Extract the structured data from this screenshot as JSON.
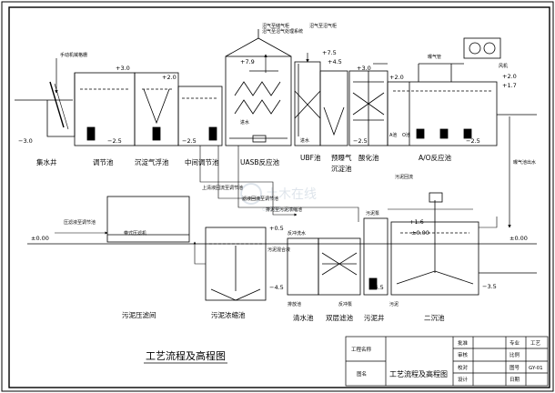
{
  "drawing_title": "工艺流程及高程图",
  "units": {
    "collection_well": "集水井",
    "equalization_tank": "调节池",
    "dissolved_air_flotation": "沉淀气浮池",
    "intermediate_tank": "中间调节池",
    "uasb_reactor": "UASB反应池",
    "ubf_tank": "UBF池",
    "pre_aeration_sedimentation_1": "预曝气",
    "pre_aeration_sedimentation_2": "沉淀池",
    "acidification_tank": "酸化池",
    "ao_reactor": "A/O反应池",
    "sludge_press_room": "污泥压滤间",
    "sludge_thickener": "污泥浓缩池",
    "clear_water_tank": "清水池",
    "double_filter_tank": "双层滤池",
    "sludge_well": "污泥井",
    "secondary_clarifier": "二沉池"
  },
  "small_labels": {
    "fine_screen": "手动机械格栅",
    "biogas_note_1": "沼气至储气柜",
    "biogas_note_2": "沼气至沼气处理系统",
    "biogas_note_3": "沼气至沼气柜",
    "aeration_pipe": "曝气管",
    "blower": "风机",
    "inlet": "进水",
    "inlet2": "进水",
    "a_tank": "A池",
    "o_tank": "O池",
    "sludge_return": "污泥回流",
    "aerated_effluent": "曝气池出水",
    "sludge_pump": "污泥泵",
    "supernatant_return": "上清液回流至调节池",
    "filtrate_return": "滤液回流至调节池",
    "sludge_discharge_1": "排泥至污泥浓缩池",
    "filtrate_to_eq": "压滤液至调节池",
    "press_filter": "带式压滤机",
    "sludge_mix": "污泥混合液",
    "backwash_water": "反冲洗水",
    "backwash_pump": "反冲泵",
    "sludge_label": "污泥",
    "outfall_label": "排放池"
  },
  "elevations": {
    "e_plus_3_0_a": "+3.0",
    "e_plus_2_0_a": "+2.0",
    "e_minus_3_0": "−3.0",
    "e_minus_2_5_a": "−2.5",
    "e_minus_2_5_b": "−2.5",
    "e_plus_7_9": "+7.9",
    "e_plus_7_5": "+7.5",
    "e_plus_4_5": "+4.5",
    "e_plus_3_0_b": "+3.0",
    "e_plus_2_0_b": "+2.0",
    "e_plus_2_0_c": "+2.0",
    "e_plus_1_7": "+1.7",
    "e_minus_2_5_c": "−2.5",
    "e_minus_2_5_d": "−2.5",
    "e_pm_0_00_a": "±0.00",
    "e_plus_0_5": "+0.5",
    "e_minus_4_5_a": "−4.5",
    "e_minus_4_5_b": "−4.5",
    "e_plus_1_6": "+1.6",
    "e_pm_0_00_b": "±0.00",
    "e_pm_0_00_c": "±0.00",
    "e_minus_3_5": "−3.5"
  },
  "title_block": {
    "project_label": "工程名称",
    "drawing_label": "图名",
    "drawing_name": "工艺流程及高程图",
    "approved": "批准",
    "reviewed": "审核",
    "checked": "校对",
    "designed": "设计",
    "specialty": "专业",
    "specialty_value": "工艺",
    "scale": "比例",
    "drawing_no": "图号",
    "drawing_no_value": "GY-01",
    "date": "日期"
  },
  "watermark": "土木在线",
  "watermark_url": "co188.com"
}
